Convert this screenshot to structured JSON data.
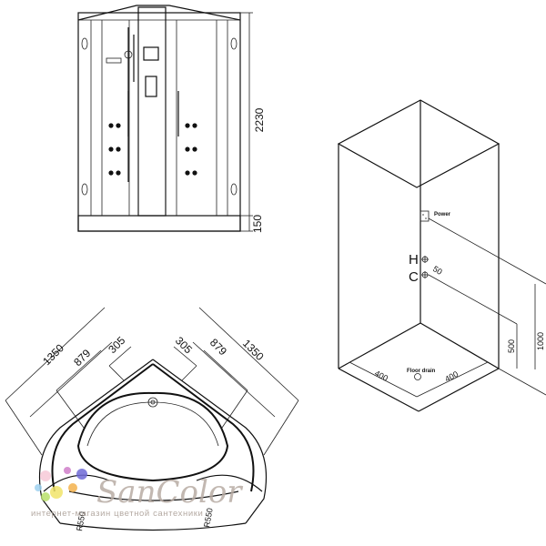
{
  "front_view": {
    "height_label": "2230",
    "base_label": "150"
  },
  "iso_view": {
    "power_label": "Power",
    "hot_label": "H",
    "cold_label": "C",
    "pipe_label": "50",
    "left_depth_label": "400",
    "right_depth_label": "400",
    "floor_drain_label": "Floor drain",
    "inlet_height_label": "500",
    "power_height_label": "1000"
  },
  "plan_view": {
    "left_outer": "1350",
    "left_mid": "879",
    "left_inner": "305",
    "right_inner": "305",
    "right_mid": "879",
    "right_outer": "1350",
    "left_radius": "R550",
    "right_radius": "R550"
  },
  "watermark": {
    "brand": "SanColor",
    "tagline": "интернет-магазин цветной сантехники",
    "dot_colors": [
      "#f7c9d8",
      "#cf7ec9",
      "#6f6ad6",
      "#9fd2f0",
      "#f1e46a",
      "#f4b24d",
      "#b9e06c"
    ]
  }
}
